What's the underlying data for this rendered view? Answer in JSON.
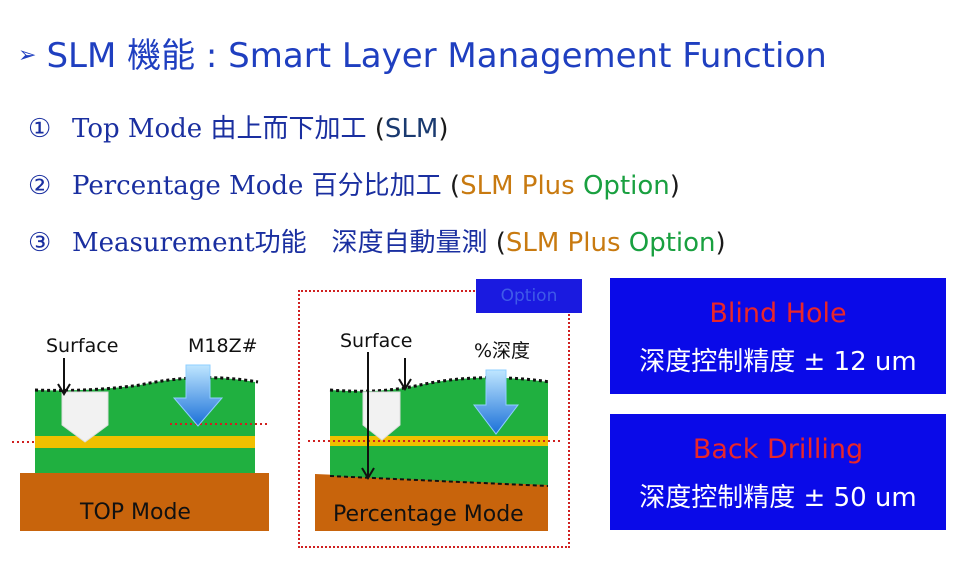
{
  "title": {
    "arrow": "➢",
    "text": "SLM 機能 : Smart  Layer  Management   Function"
  },
  "items": [
    {
      "num": "①",
      "text": "Top Mode 由上而下加工",
      "open": "(",
      "slm": "SLM",
      "close": ")"
    },
    {
      "num": "②",
      "text": "Percentage Mode 百分比加工",
      "open": "(",
      "plus": "SLM Plus",
      "opt": "Option",
      "close": ")"
    },
    {
      "num": "③",
      "text": "Measurement功能   深度自動量測",
      "open": "(",
      "plus": "SLM Plus",
      "opt": "Option",
      "close": ")"
    }
  ],
  "diagram_left": {
    "surface": "Surface",
    "tool": "M18Z#",
    "mode": "TOP  Mode"
  },
  "diagram_right": {
    "tag": "Option",
    "surface": "Surface",
    "tool": "%深度",
    "mode": "Percentage  Mode"
  },
  "boxes": [
    {
      "heading": "Blind Hole",
      "spec": "深度控制精度 ± 12 um"
    },
    {
      "heading": "Back Drilling",
      "spec": "深度控制精度 ± 50 um"
    }
  ],
  "colors": {
    "title": "#1f3fc0",
    "box_bg": "#0a0ae8",
    "box_heading": "#e8262a",
    "board_green": "#20b040",
    "layer_yellow": "#f0c000",
    "base_brown": "#c8640c",
    "plus": "#c87a10",
    "option": "#19a040"
  }
}
